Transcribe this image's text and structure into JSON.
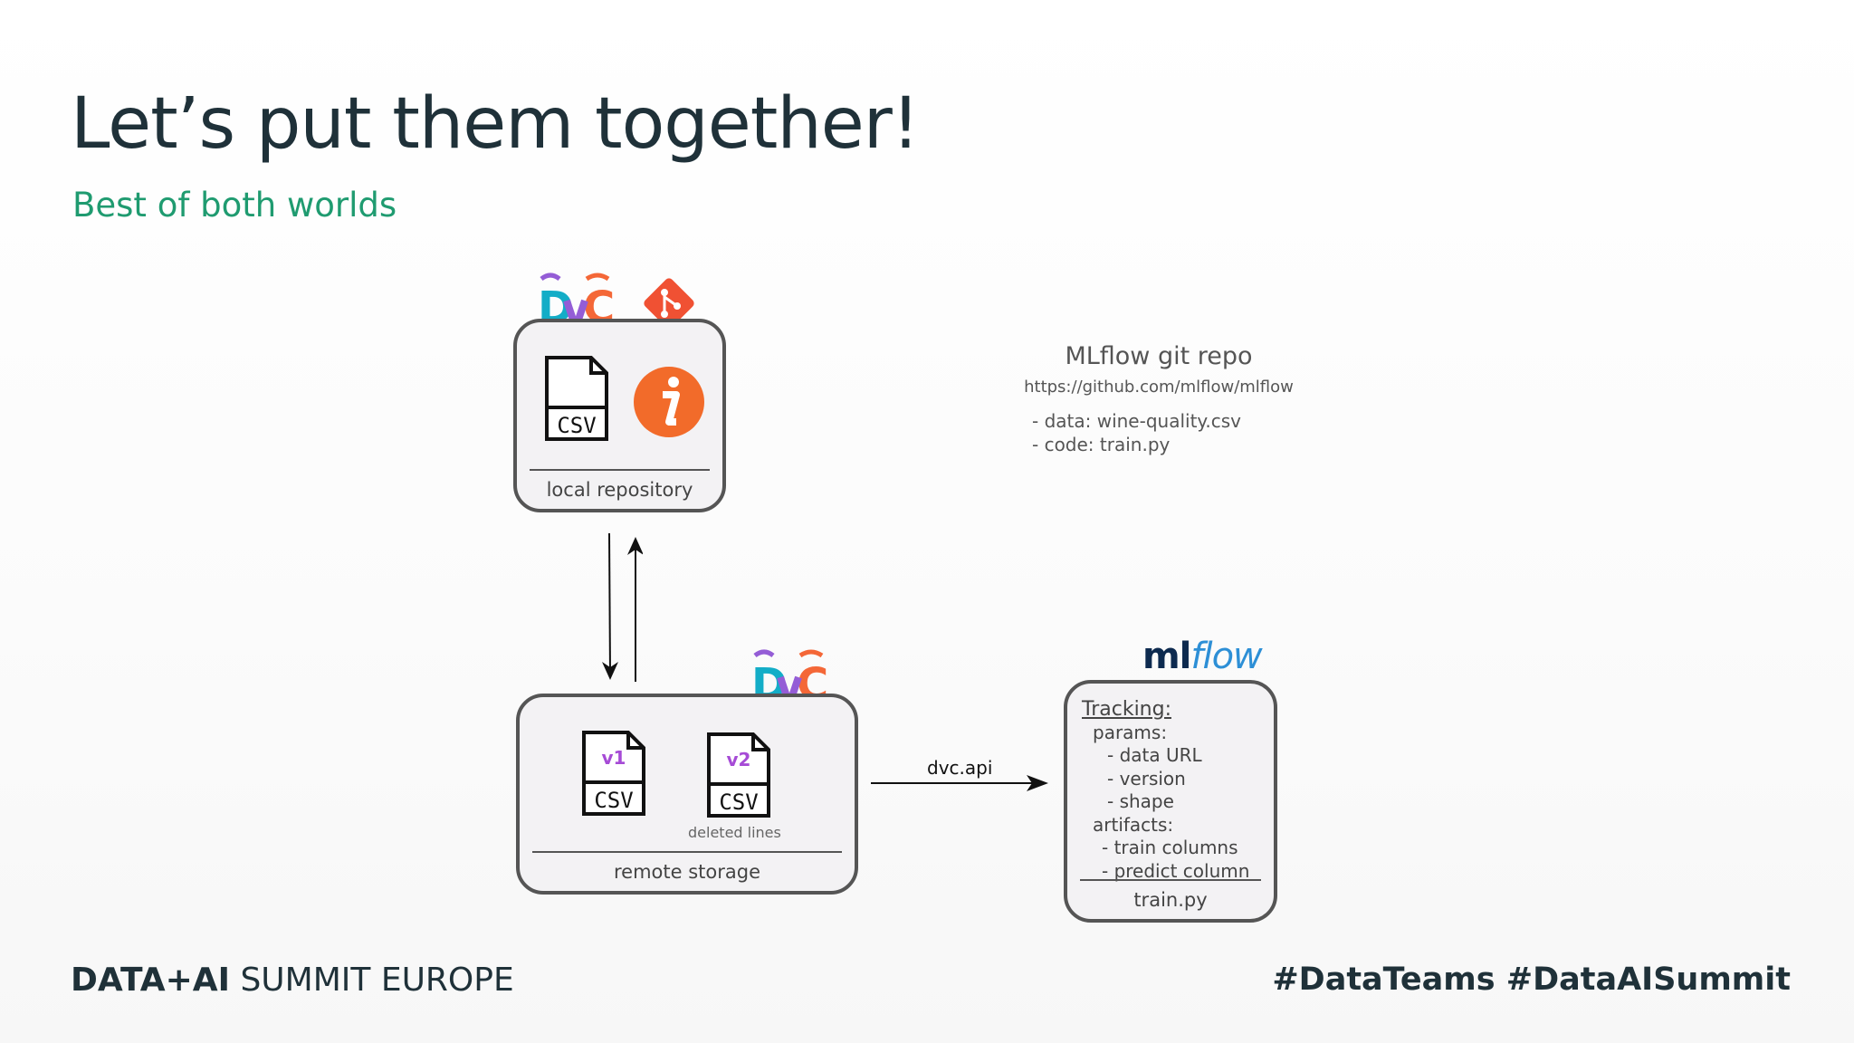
{
  "slide": {
    "title": "Let’s put them together!",
    "subtitle": "Best of both worlds"
  },
  "local_repo": {
    "label": "local repository",
    "file_label": "CSV",
    "logos": [
      "dvc-logo",
      "git-logo",
      "info-icon"
    ]
  },
  "remote_storage": {
    "label": "remote storage",
    "files": [
      {
        "version": "v1",
        "file_label": "CSV",
        "note": ""
      },
      {
        "version": "v2",
        "file_label": "CSV",
        "note": "deleted lines"
      }
    ]
  },
  "connector": {
    "label": "dvc.api"
  },
  "mlflow_box": {
    "logo_prefix": "ml",
    "logo_suffix": "flow",
    "lines": [
      "Tracking:",
      "params:",
      "- data URL",
      "- version",
      "- shape",
      "artifacts:",
      "- train columns",
      "- predict column"
    ],
    "label": "train.py"
  },
  "info": {
    "title": "MLflow git repo",
    "url": "https://github.com/mlflow/mlflow",
    "items": [
      "- data: wine-quality.csv",
      "- code: train.py"
    ]
  },
  "footer": {
    "event_bold": "DATA+AI",
    "event_rest": "SUMMIT EUROPE",
    "hashtags": "#DataTeams  #DataAISummit"
  },
  "colors": {
    "title": "#1f3139",
    "subtitle": "#1f9b70",
    "box_border": "#555555",
    "box_fill": "#f3f2f4",
    "git_orange": "#f05133",
    "info_orange": "#f26b2a",
    "version_purple": "#a64bd6",
    "mlflow_blue": "#2d8fd6"
  }
}
